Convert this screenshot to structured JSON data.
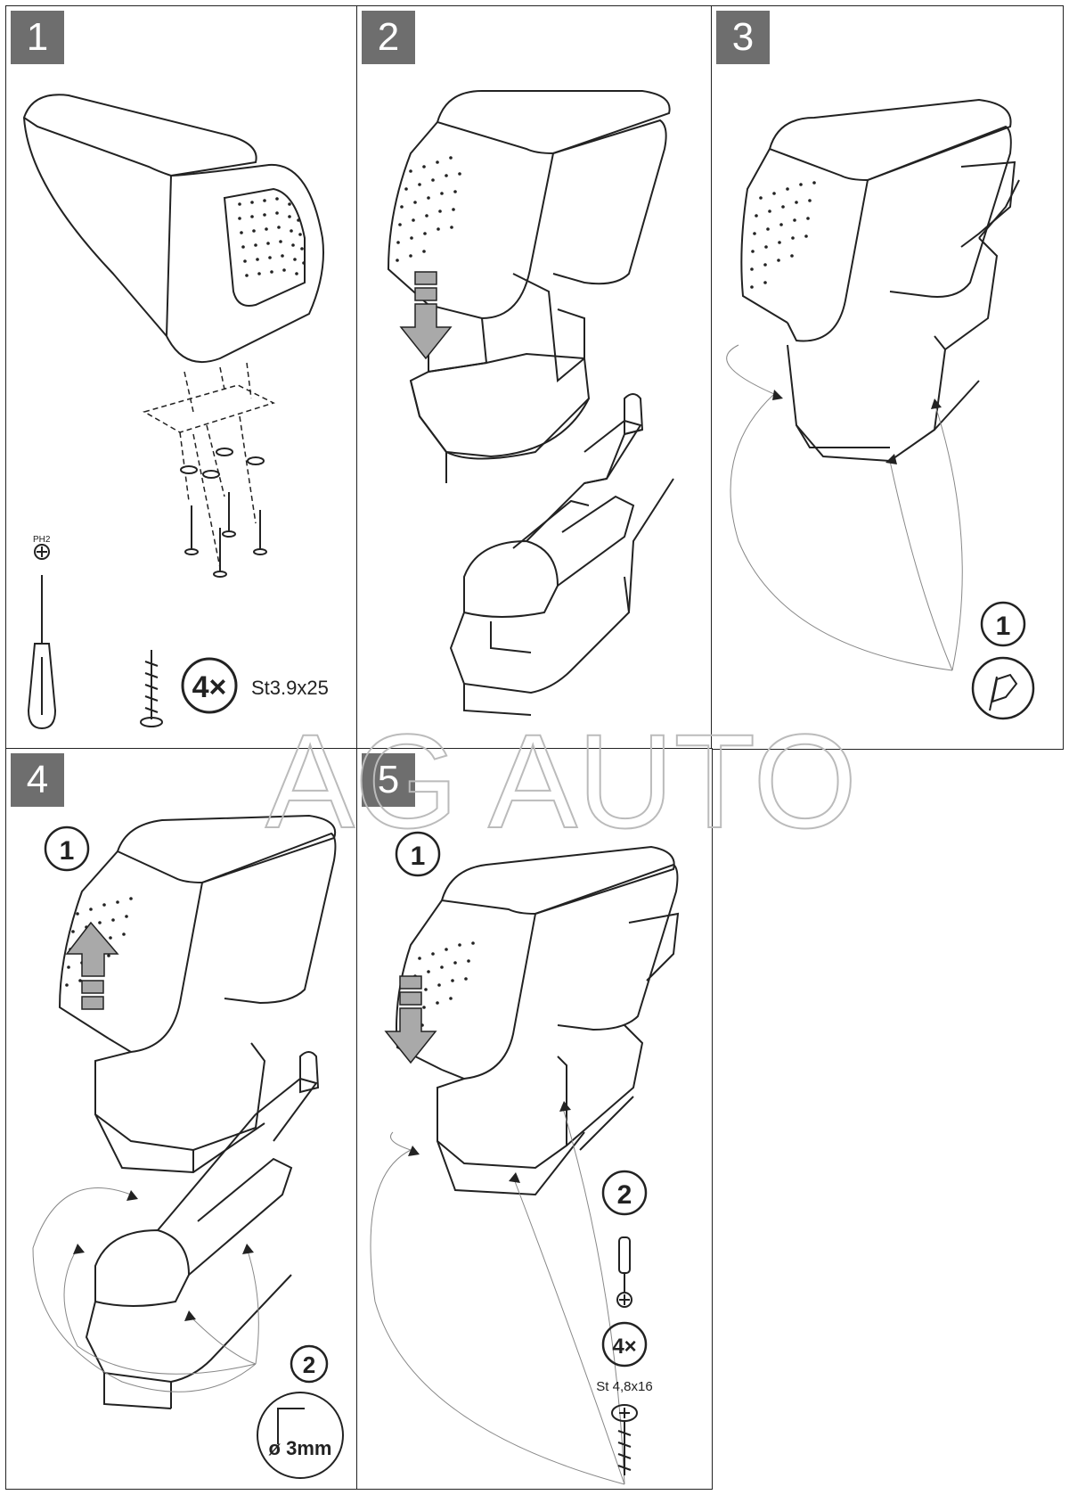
{
  "steps": [
    {
      "number": "1",
      "count": "4×",
      "screw": "St3.9x25",
      "tool": "PH2"
    },
    {
      "number": "2"
    },
    {
      "number": "3",
      "sub1": "1"
    },
    {
      "number": "4",
      "sub1": "1",
      "sub2": "2",
      "drill": "ø 3mm"
    },
    {
      "number": "5",
      "sub1": "1",
      "sub2": "2",
      "count": "4×",
      "screw": "St 4,8x16"
    }
  ],
  "watermark": "AG AUTO",
  "colors": {
    "badge": "#6e6e6e",
    "arrow": "#a9a9a9",
    "line": "#222222"
  }
}
